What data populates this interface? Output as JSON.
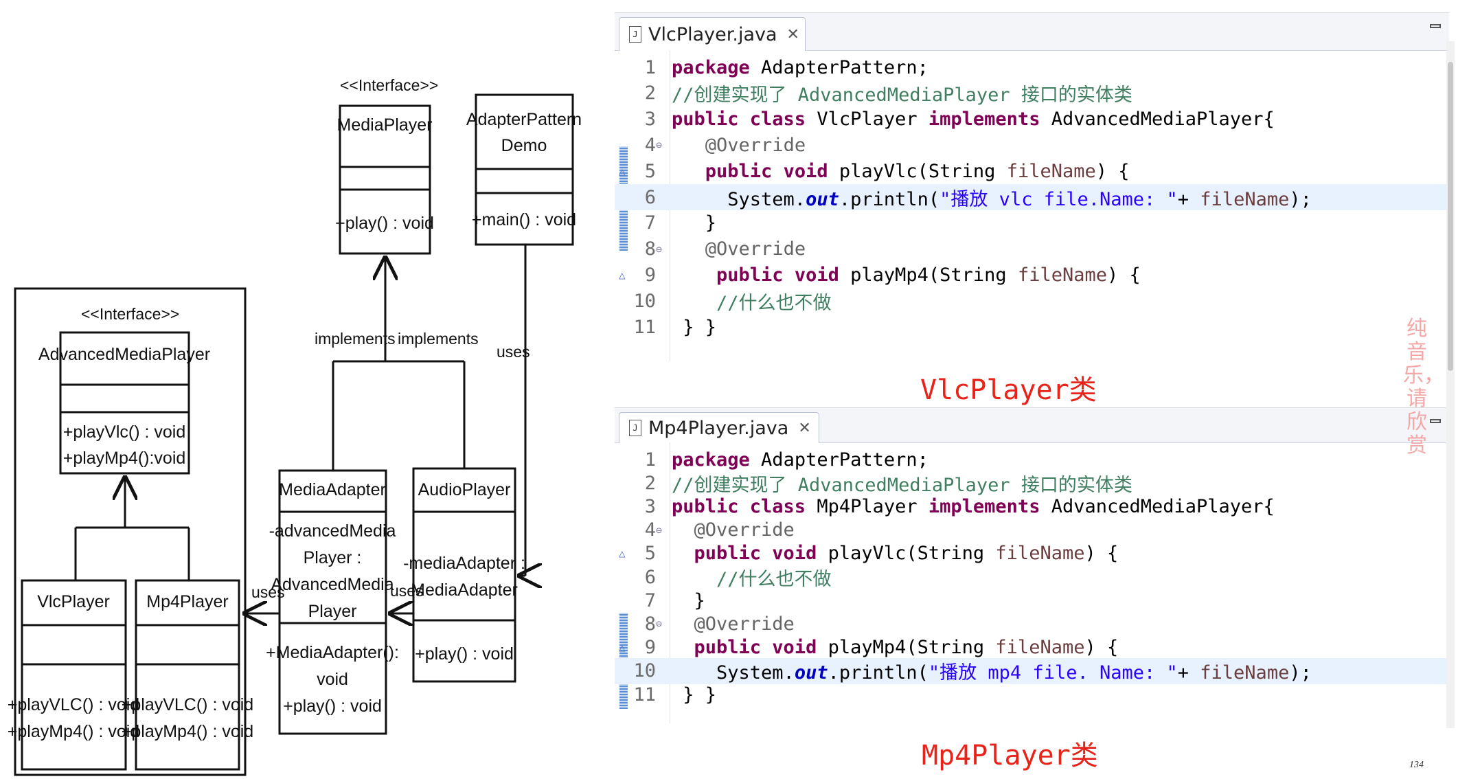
{
  "diagram": {
    "interface_stereotype": "<<Interface>>",
    "media_player": {
      "name": "MediaPlayer",
      "method": "+play() : void"
    },
    "demo": {
      "name_line1": "AdapterPattern",
      "name_line2": "Demo",
      "method": "+main() : void"
    },
    "advanced": {
      "name": "AdvancedMediaPlayer",
      "method1": "+playVlc() : void",
      "method2": "+playMp4():void"
    },
    "vlc": {
      "name": "VlcPlayer",
      "method1": "+playVLC() : void",
      "method2": "+playMp4() : void"
    },
    "mp4": {
      "name": "Mp4Player",
      "method1": "+playVLC() : void",
      "method2": "+playMp4() : void"
    },
    "adapter": {
      "name": "MediaAdapter",
      "attr1": "-advancedMedia",
      "attr2": "Player :",
      "attr3": "AdvancedMedia",
      "attr4": "Player",
      "method1": "+MediaAdapter():",
      "method2": "void",
      "method3": "+play() : void"
    },
    "audio": {
      "name": "AudioPlayer",
      "attr1": "-mediaAdapter :",
      "attr2": "MediaAdapter",
      "method": "+play() : void"
    },
    "labels": {
      "implements_left": "implements",
      "implements_right": "implements",
      "uses_demo": "uses",
      "uses_audio": "uses",
      "uses_adapter": "uses"
    }
  },
  "editors": [
    {
      "tab": "VlcPlayer.java",
      "lines": [
        {
          "n": "1",
          "parts": [
            [
              "kw",
              "package"
            ],
            [
              "",
              " AdapterPattern;"
            ]
          ]
        },
        {
          "n": "2",
          "parts": [
            [
              "cm",
              "//创建实现了 AdvancedMediaPlayer 接口的实体类"
            ]
          ]
        },
        {
          "n": "3",
          "parts": [
            [
              "kw",
              "public class"
            ],
            [
              "",
              " VlcPlayer "
            ],
            [
              "kw",
              "implements"
            ],
            [
              "",
              " AdvancedMediaPlayer{"
            ]
          ]
        },
        {
          "n": "4",
          "fold": "⊖",
          "parts": [
            [
              "",
              "   "
            ],
            [
              "an",
              "@Override"
            ]
          ]
        },
        {
          "n": "5",
          "ov": "△",
          "parts": [
            [
              "",
              "   "
            ],
            [
              "kw",
              "public void"
            ],
            [
              "",
              " playVlc(String "
            ],
            [
              "va",
              "fileName"
            ],
            [
              "",
              ") {"
            ]
          ]
        },
        {
          "n": "6",
          "hl": true,
          "parts": [
            [
              "",
              "     System."
            ],
            [
              "fd",
              "out"
            ],
            [
              "",
              ".println("
            ],
            [
              "st",
              "\"播放 vlc file.Name: \""
            ],
            [
              "",
              "+ "
            ],
            [
              "va",
              "fileName"
            ],
            [
              "",
              ");"
            ]
          ]
        },
        {
          "n": "7",
          "parts": [
            [
              "",
              "   }"
            ]
          ]
        },
        {
          "n": "8",
          "fold": "⊖",
          "parts": [
            [
              "",
              "   "
            ],
            [
              "an",
              "@Override"
            ]
          ]
        },
        {
          "n": "9",
          "ov": "△",
          "parts": [
            [
              "",
              "    "
            ],
            [
              "kw",
              "public void"
            ],
            [
              "",
              " playMp4(String "
            ],
            [
              "va",
              "fileName"
            ],
            [
              "",
              ") {"
            ]
          ]
        },
        {
          "n": "10",
          "parts": [
            [
              "",
              "    "
            ],
            [
              "cm",
              "//什么也不做"
            ]
          ]
        },
        {
          "n": "11",
          "parts": [
            [
              "",
              " } }"
            ]
          ]
        }
      ],
      "caption": "VlcPlayer类"
    },
    {
      "tab": "Mp4Player.java",
      "lines": [
        {
          "n": "1",
          "parts": [
            [
              "kw",
              "package"
            ],
            [
              "",
              " AdapterPattern;"
            ]
          ]
        },
        {
          "n": "2",
          "parts": [
            [
              "cm",
              "//创建实现了 AdvancedMediaPlayer 接口的实体类"
            ]
          ]
        },
        {
          "n": "3",
          "parts": [
            [
              "kw",
              "public class"
            ],
            [
              "",
              " Mp4Player "
            ],
            [
              "kw",
              "implements"
            ],
            [
              "",
              " AdvancedMediaPlayer{"
            ]
          ]
        },
        {
          "n": "4",
          "fold": "⊖",
          "parts": [
            [
              "",
              "  "
            ],
            [
              "an",
              "@Override"
            ]
          ]
        },
        {
          "n": "5",
          "ov": "△",
          "parts": [
            [
              "",
              "  "
            ],
            [
              "kw",
              "public void"
            ],
            [
              "",
              " playVlc(String "
            ],
            [
              "va",
              "fileName"
            ],
            [
              "",
              ") {"
            ]
          ]
        },
        {
          "n": "6",
          "parts": [
            [
              "",
              "    "
            ],
            [
              "cm",
              "//什么也不做"
            ]
          ]
        },
        {
          "n": "7",
          "parts": [
            [
              "",
              "  }"
            ]
          ]
        },
        {
          "n": "8",
          "fold": "⊖",
          "parts": [
            [
              "",
              "  "
            ],
            [
              "an",
              "@Override"
            ]
          ]
        },
        {
          "n": "9",
          "ov": "△",
          "parts": [
            [
              "",
              "  "
            ],
            [
              "kw",
              "public void"
            ],
            [
              "",
              " playMp4(String "
            ],
            [
              "va",
              "fileName"
            ],
            [
              "",
              ") {"
            ]
          ]
        },
        {
          "n": "10",
          "hl": true,
          "parts": [
            [
              "",
              "    System."
            ],
            [
              "fd",
              "out"
            ],
            [
              "",
              ".println("
            ],
            [
              "st",
              "\"播放 mp4 file. Name: \""
            ],
            [
              "",
              "+ "
            ],
            [
              "va",
              "fileName"
            ],
            [
              "",
              ");"
            ]
          ]
        },
        {
          "n": "11",
          "parts": [
            [
              "",
              " } }"
            ]
          ]
        }
      ],
      "caption": "Mp4Player类"
    }
  ],
  "side_note": "纯音乐，请欣赏",
  "page_number": "134"
}
